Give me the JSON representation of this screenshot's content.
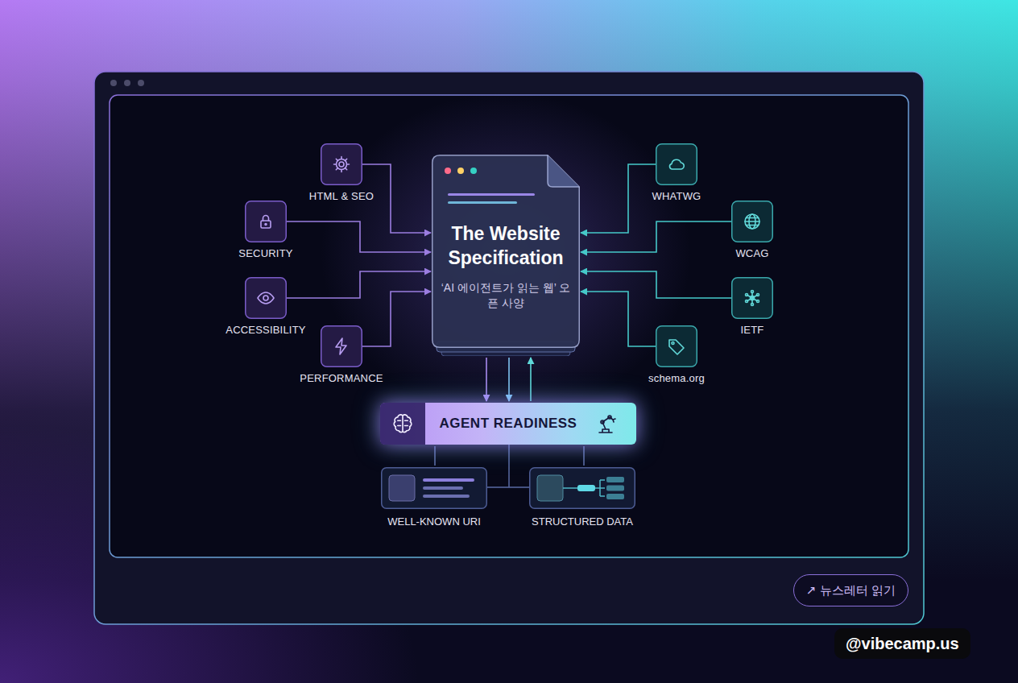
{
  "diagram": {
    "nodes": [
      {
        "text": [
          "HTML & SEO"
        ]
      },
      {
        "text": [
          "SECURITY"
        ]
      },
      {
        "text": [
          "ACCESSIBILITY"
        ]
      },
      {
        "text": [
          "PERFORMANCE"
        ]
      },
      {
        "text": [
          "The Website Specification",
          "‘AI 에이전트가 읽는 웹’ 오픈 사양"
        ]
      },
      {
        "text": [
          "WHATWG"
        ]
      },
      {
        "text": [
          "WCAG"
        ]
      },
      {
        "text": [
          "IETF"
        ]
      },
      {
        "text": [
          "schema.org"
        ]
      },
      {
        "text": [
          "AGENT READINESS"
        ]
      },
      {
        "text": [
          "WELL-KNOWN URI"
        ]
      },
      {
        "text": [
          "STRUCTURED DATA"
        ]
      },
      {
        "text": [
          "↗ 뉴스레터 읽기"
        ]
      }
    ],
    "edges": [
      {
        "from": 0,
        "to": 4,
        "arrow": "to"
      },
      {
        "from": 1,
        "to": 4,
        "arrow": "to"
      },
      {
        "from": 2,
        "to": 4,
        "arrow": "to"
      },
      {
        "from": 3,
        "to": 4,
        "arrow": "to"
      },
      {
        "from": 5,
        "to": 4,
        "arrow": "to"
      },
      {
        "from": 6,
        "to": 4,
        "arrow": "to"
      },
      {
        "from": 7,
        "to": 4,
        "arrow": "to"
      },
      {
        "from": 8,
        "to": 4,
        "arrow": "to"
      },
      {
        "from": 4,
        "to": 9,
        "arrow": "to"
      },
      {
        "from": 4,
        "to": 9,
        "arrow": "to"
      },
      {
        "from": 9,
        "to": 4,
        "arrow": "to"
      },
      {
        "from": 9,
        "to": 10,
        "arrow": "none"
      },
      {
        "from": 9,
        "to": 11,
        "arrow": "none"
      }
    ],
    "labels": [
      "@vibecamp.us"
    ]
  }
}
